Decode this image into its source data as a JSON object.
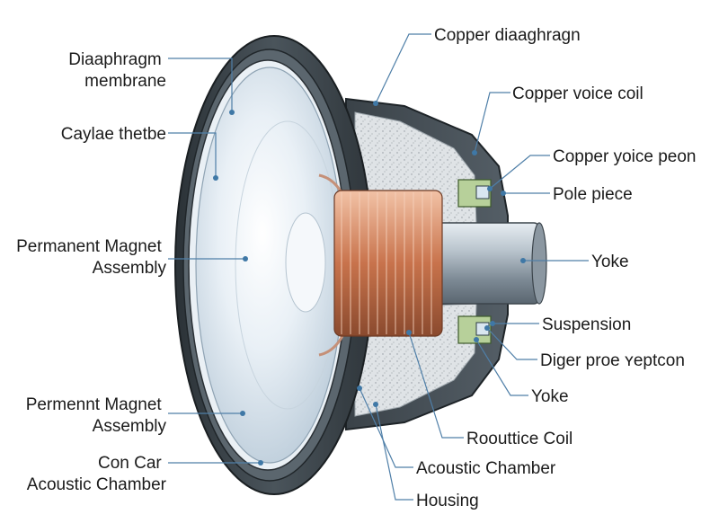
{
  "diagram": {
    "accent_color": "#4f7fa8",
    "labels_left": [
      {
        "id": "diaphragm-membrane",
        "lines": [
          "Diaaphragm",
          "membrane"
        ]
      },
      {
        "id": "caylae-thetbe",
        "lines": [
          "Caylae thetbe"
        ]
      },
      {
        "id": "permanent-magnet-assembly",
        "lines": [
          "Permanent Magnet",
          "Assembly"
        ]
      },
      {
        "id": "permennt-magnet-assembly",
        "lines": [
          "Permennt Magnet",
          "Assembly"
        ]
      },
      {
        "id": "con-car-acoustic-chamber",
        "lines": [
          "Con Car",
          "Acoustic Chamber"
        ]
      }
    ],
    "labels_right": [
      {
        "id": "copper-diaaghragn",
        "lines": [
          "Copper diaaghragn"
        ]
      },
      {
        "id": "copper-voice-coil",
        "lines": [
          "Copper voice coil"
        ]
      },
      {
        "id": "copper-yoice-peon",
        "lines": [
          "Copper yoice peon"
        ]
      },
      {
        "id": "pole-piece",
        "lines": [
          "Pole piece"
        ]
      },
      {
        "id": "yoke-top",
        "lines": [
          "Yoke"
        ]
      },
      {
        "id": "suspension",
        "lines": [
          "Suspension"
        ]
      },
      {
        "id": "diger-proe-veptcon",
        "lines": [
          "Diger proe ʏeptcon"
        ]
      },
      {
        "id": "yoke-bottom",
        "lines": [
          "Yoke"
        ]
      },
      {
        "id": "rooutice-coil",
        "lines": [
          "Roouttice Coil"
        ]
      },
      {
        "id": "acoustic-chamber",
        "lines": [
          "Acoustic Chamber"
        ]
      },
      {
        "id": "housing",
        "lines": [
          "Housing"
        ]
      }
    ]
  }
}
